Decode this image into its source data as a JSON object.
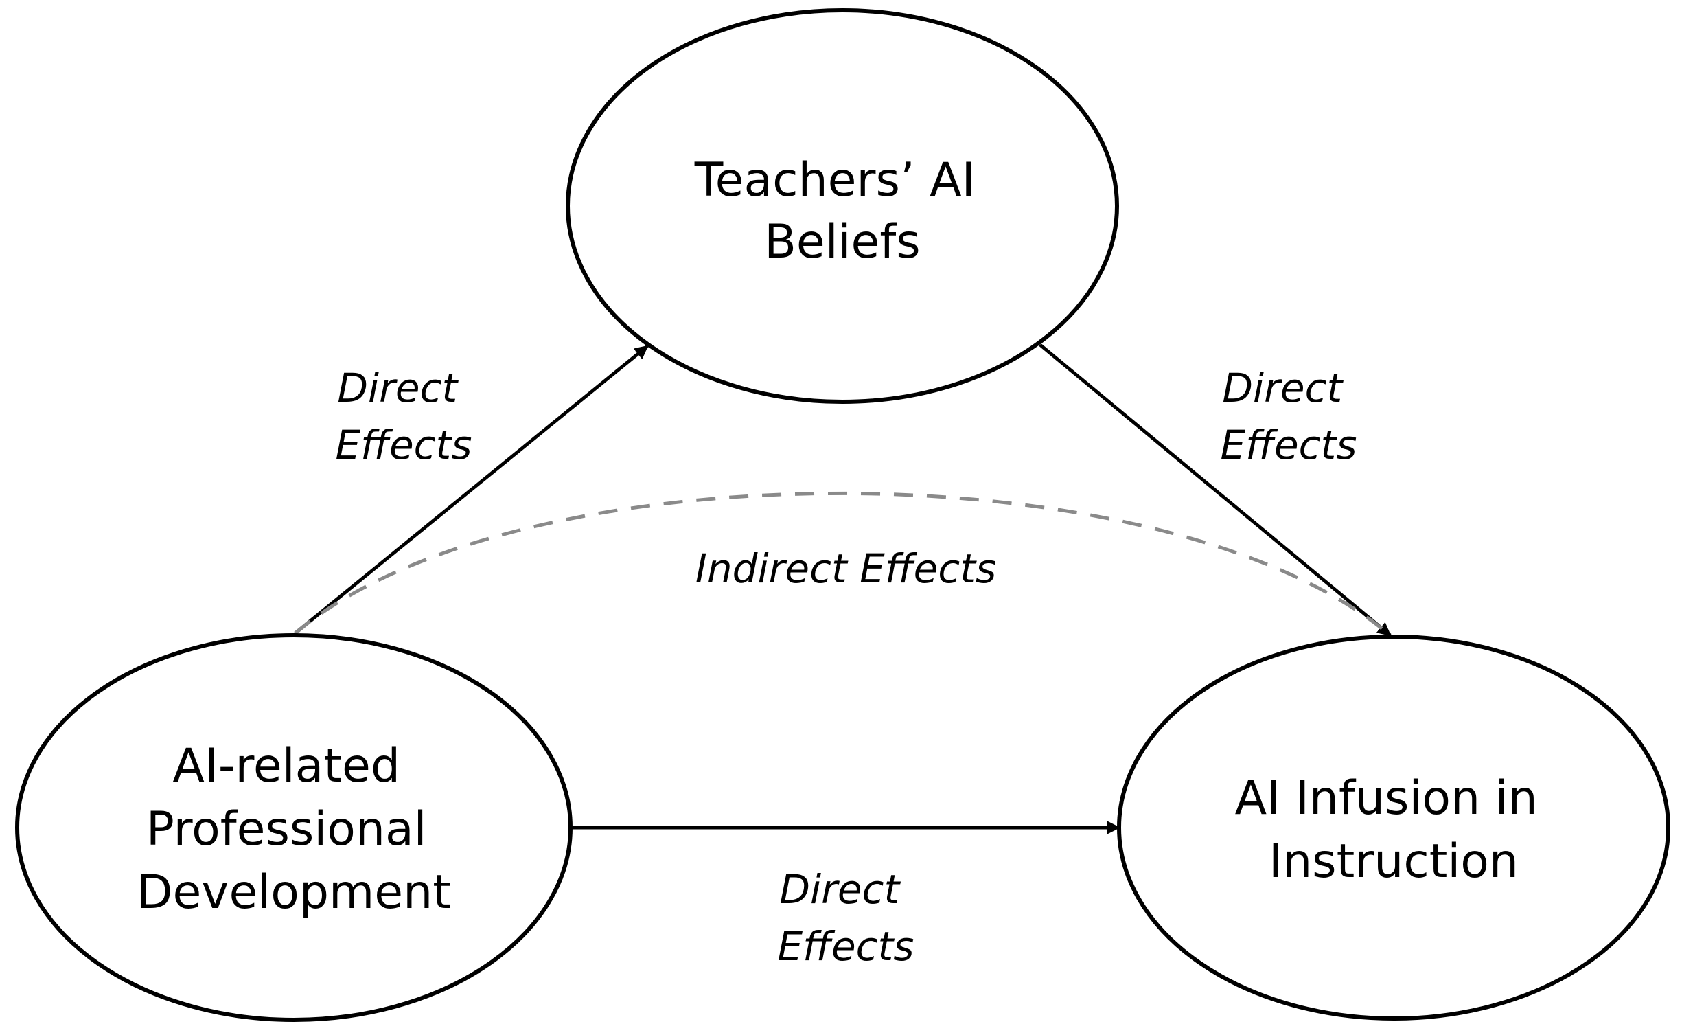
{
  "nodes": {
    "beliefs": {
      "lines": [
        "Teachers’ AI",
        "Beliefs"
      ]
    },
    "pd": {
      "lines": [
        "AI-related",
        "Professional",
        "Development"
      ]
    },
    "infusion": {
      "lines": [
        "AI Infusion in",
        "Instruction"
      ]
    }
  },
  "edges": {
    "pd_to_beliefs": {
      "lines": [
        "Direct",
        "Effects"
      ]
    },
    "beliefs_to_infusion": {
      "lines": [
        "Direct",
        "Effects"
      ]
    },
    "pd_to_infusion": {
      "lines": [
        "Direct",
        "Effects"
      ]
    },
    "indirect": {
      "label": "Indirect Effects"
    }
  },
  "colors": {
    "stroke": "#000000",
    "dashed": "#8a8a8a",
    "background": "#ffffff"
  }
}
